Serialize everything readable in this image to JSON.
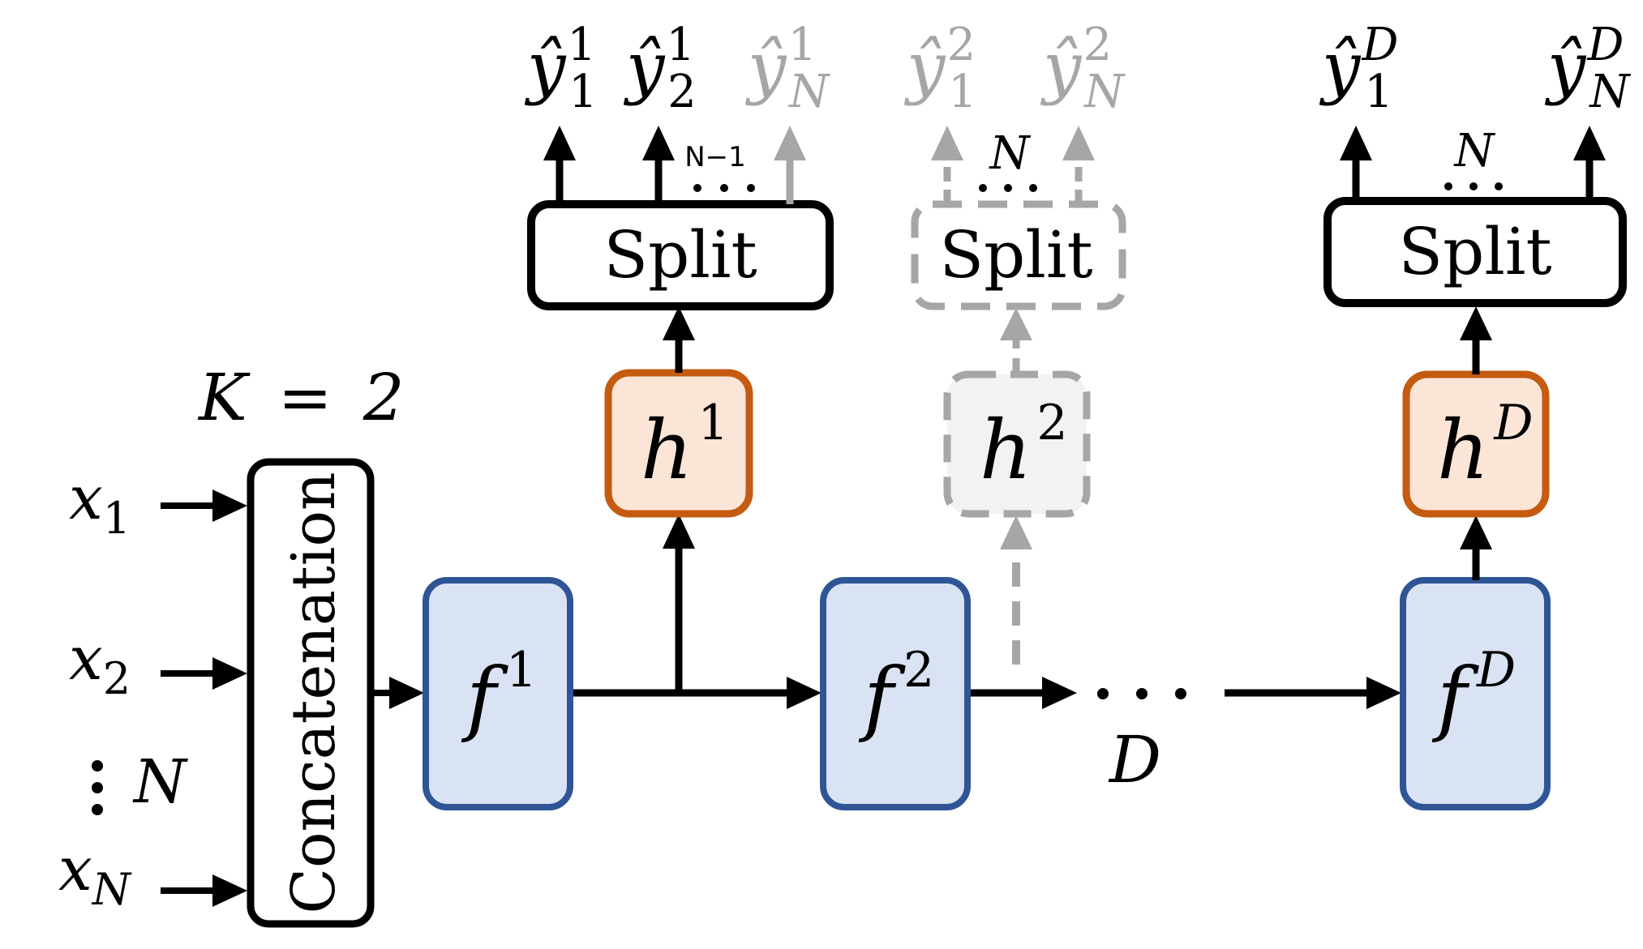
{
  "inputs": {
    "x1": {
      "base": "x",
      "sub": "1"
    },
    "x2": {
      "base": "x",
      "sub": "2"
    },
    "xN": {
      "base": "x",
      "sub": "N"
    },
    "ellipsis_label": "N"
  },
  "k_label": {
    "var": "K",
    "eq": "=",
    "val": "2"
  },
  "concat_label": "Concatenation",
  "f_blocks": [
    {
      "base": "f",
      "sup": "1"
    },
    {
      "base": "f",
      "sup": "2"
    },
    {
      "base": "f",
      "sup": "D"
    }
  ],
  "h_blocks": [
    {
      "base": "h",
      "sup": "1"
    },
    {
      "base": "h",
      "sup": "2"
    },
    {
      "base": "h",
      "sup": "D"
    }
  ],
  "split_label": "Split",
  "depth_label": "D",
  "outputs": {
    "group1": {
      "count_label": "N−1",
      "items": [
        {
          "base": "ŷ",
          "sub": "1",
          "sup": "1"
        },
        {
          "base": "ŷ",
          "sub": "2",
          "sup": "1"
        },
        {
          "base": "ŷ",
          "sub": "N",
          "sup": "1"
        }
      ]
    },
    "group2": {
      "count_label": "N",
      "items": [
        {
          "base": "ŷ",
          "sub": "1",
          "sup": "2"
        },
        {
          "base": "ŷ",
          "sub": "N",
          "sup": "2"
        }
      ]
    },
    "groupD": {
      "count_label": "N",
      "items": [
        {
          "base": "ŷ",
          "sub": "1",
          "sup": "D"
        },
        {
          "base": "ŷ",
          "sub": "N",
          "sup": "D"
        }
      ]
    }
  },
  "colors": {
    "black": "#000000",
    "gray": "#a6a6a6",
    "f_fill": "#dae3f3",
    "f_stroke": "#2f5597",
    "h_fill": "#fbe5d6",
    "h_stroke": "#c55a11",
    "h2_fill": "#f2f2f2"
  }
}
